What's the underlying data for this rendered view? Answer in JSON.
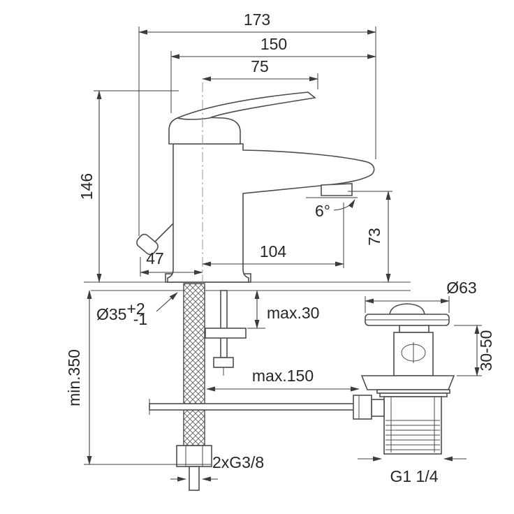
{
  "drawing": {
    "title": "basin-mixer-dimension-drawing",
    "dims": {
      "total_width": "173",
      "spout_width": "150",
      "half_width": "75",
      "body_height": "146",
      "spout_angle": "6°",
      "spout_reach": "104",
      "outlet_height": "73",
      "back_offset": "47",
      "hole_dia": "Ø35",
      "hole_tol_plus": "+2",
      "hole_tol_minus": "-1",
      "deck_max": "max.30",
      "clearance_min": "min.350",
      "rod_max": "max.150",
      "waste_flange_dia": "Ø63",
      "clamp_range": "30-50",
      "supply_thread": "2xG3/8",
      "waste_thread": "G1 1/4"
    }
  }
}
